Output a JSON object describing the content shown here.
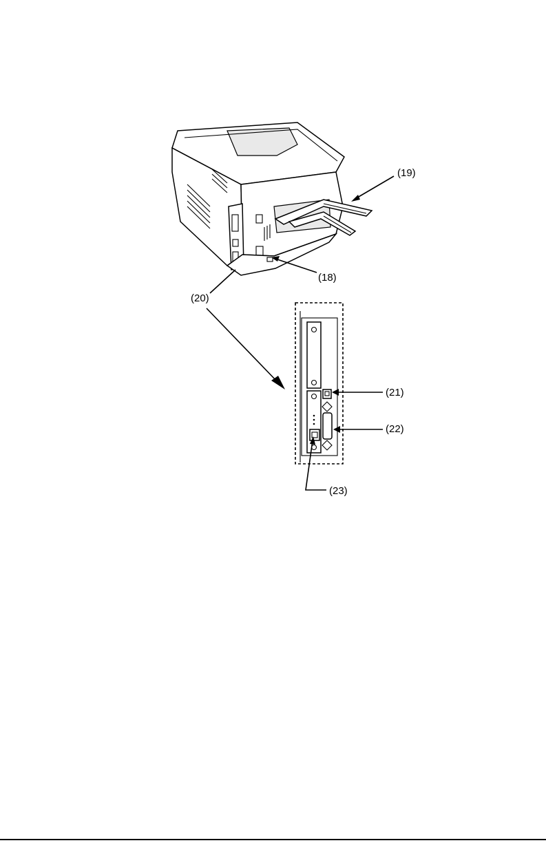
{
  "callouts": {
    "c18": "(18)",
    "c19": "(19)",
    "c20": "(20)",
    "c21": "(21)",
    "c22": "(22)",
    "c23": "(23)"
  }
}
